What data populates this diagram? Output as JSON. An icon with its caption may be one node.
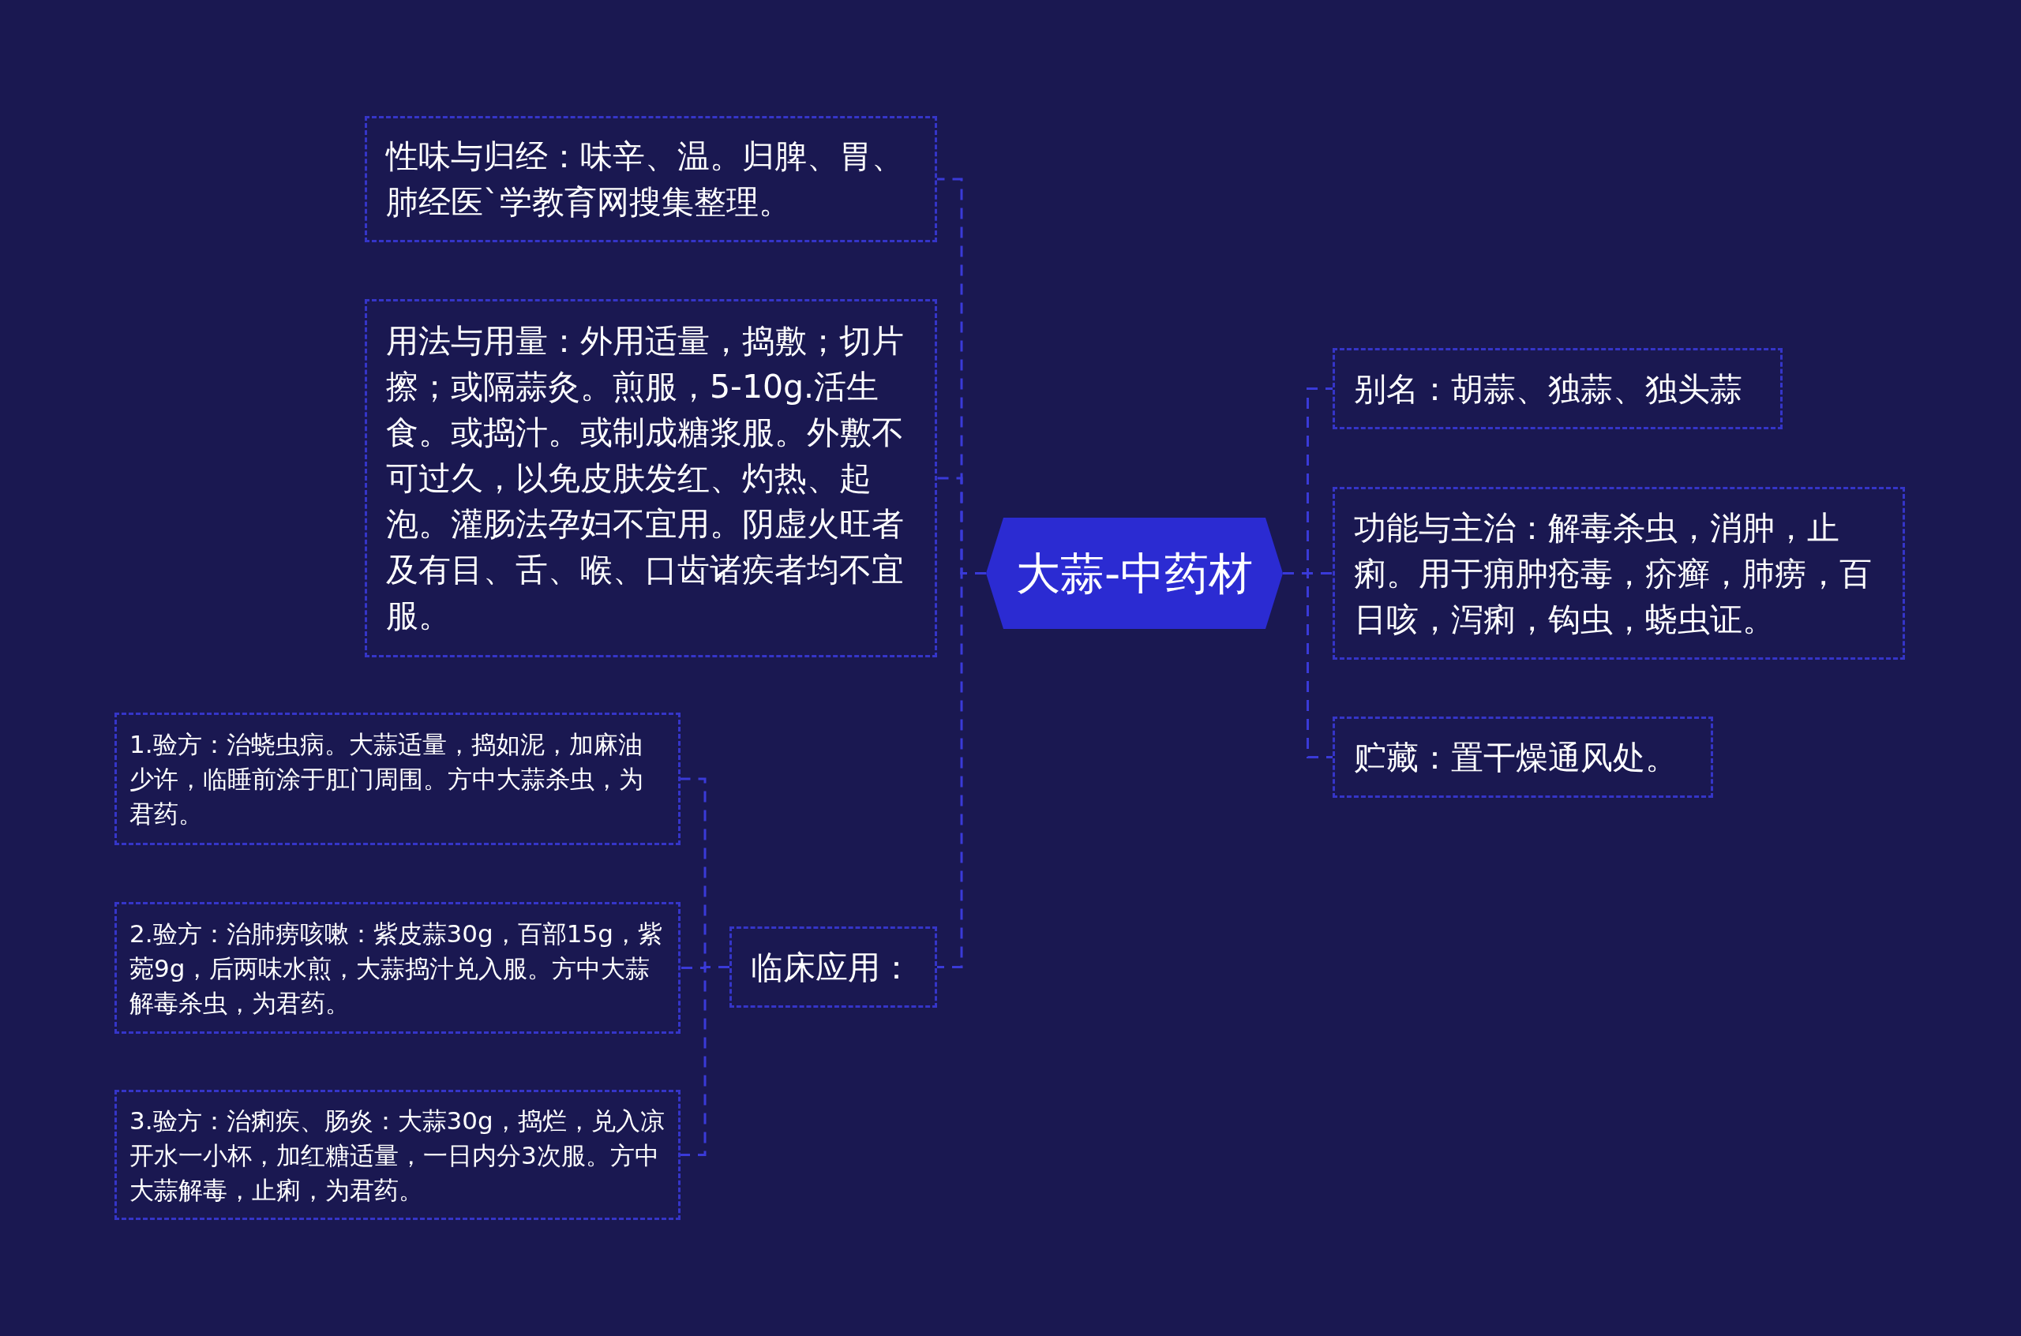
{
  "diagram": {
    "nodes": [
      {
        "text": [
          "大蒜-中药材"
        ]
      },
      {
        "text": [
          "性味与归经：味辛、温。归脾、胃、肺经医`学教育网搜集整理。"
        ]
      },
      {
        "text": [
          "用法与用量：外用适量，捣敷；切片擦；或隔蒜灸。煎服，5-10g.活生食。或捣汁。或制成糖浆服。外敷不可过久，以免皮肤发红、灼热、起泡。灌肠法孕妇不宜用。阴虚火旺者及有目、舌、喉、口齿诸疾者均不宜服。"
        ]
      },
      {
        "text": [
          "临床应用："
        ]
      },
      {
        "text": [
          "1.验方：治蛲虫病。大蒜适量，捣如泥，加麻油少许，临睡前涂于肛门周围。方中大蒜杀虫，为君药。"
        ]
      },
      {
        "text": [
          "2.验方：治肺痨咳嗽：紫皮蒜30g，百部15g，紫菀9g，后两味水煎，大蒜捣汁兑入服。方中大蒜解毒杀虫，为君药。"
        ]
      },
      {
        "text": [
          "3.验方：治痢疾、肠炎：大蒜30g，捣烂，兑入凉开水一小杯，加红糖适量，一日内分3次服。方中大蒜解毒，止痢，为君药。"
        ]
      },
      {
        "text": [
          "别名：胡蒜、独蒜、独头蒜"
        ]
      },
      {
        "text": [
          "功能与主治：解毒杀虫，消肿，止痢。用于痈肿疮毒，疥癣，肺痨，百日咳，泻痢，钩虫，蛲虫证。"
        ]
      },
      {
        "text": [
          "贮藏：置干燥通风处。"
        ]
      }
    ],
    "edges": [
      {
        "from": 0,
        "to": 1,
        "arrow": "none",
        "style": "dashed"
      },
      {
        "from": 0,
        "to": 2,
        "arrow": "none",
        "style": "dashed"
      },
      {
        "from": 0,
        "to": 3,
        "arrow": "none",
        "style": "dashed"
      },
      {
        "from": 3,
        "to": 4,
        "arrow": "none",
        "style": "dashed"
      },
      {
        "from": 3,
        "to": 5,
        "arrow": "none",
        "style": "dashed"
      },
      {
        "from": 3,
        "to": 6,
        "arrow": "none",
        "style": "dashed"
      },
      {
        "from": 0,
        "to": 7,
        "arrow": "none",
        "style": "dashed"
      },
      {
        "from": 0,
        "to": 8,
        "arrow": "none",
        "style": "dashed"
      },
      {
        "from": 0,
        "to": 9,
        "arrow": "none",
        "style": "dashed"
      }
    ]
  }
}
